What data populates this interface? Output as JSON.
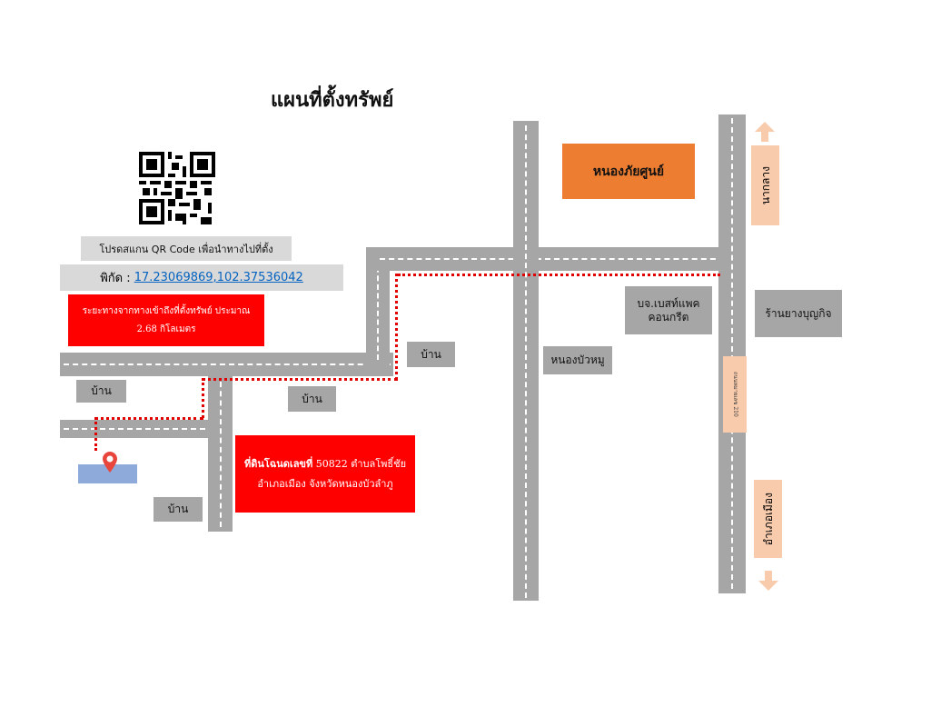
{
  "title": "แผนที่ตั้งทรัพย์",
  "qr_caption": "โปรดสแกน QR Code เพื่อนำทางไปที่ตั้ง",
  "coords": {
    "label": "พิกัด : ",
    "value": "17.23069869,102.37536042"
  },
  "distance_box": {
    "line1": "ระยะทางจากทางเข้าถึงที่ตั้งทรัพย์ ประมาณ",
    "line2": "2.68 กิโลเมตร"
  },
  "property_box": {
    "bold": "ที่ดินโฉนดเลขที่",
    "line1": " 50822 ตำบลโพธิ์ชัย",
    "line2": "อำเภอเมือง จังหวัดหนองบัวลำภู"
  },
  "landmarks": {
    "nong_phai_sun": "หนองภัยศูนย์",
    "bs_pack": "บจ.เบสท์แพค\nคอนกรีต",
    "yang_shop": "ร้านยางบุญกิจ",
    "nong_bua_mu": "หนองบัวหมู",
    "house_1": "บ้าน",
    "house_2": "บ้าน",
    "house_3": "บ้าน",
    "house_4": "บ้าน"
  },
  "road_sign": "ถนนหมายเลข 210",
  "directions": {
    "north": "นากลาง",
    "south": "อำเภอเมือง"
  },
  "colors": {
    "road": "#a6a6a6",
    "red": "#ff0000",
    "orange": "#ed7d31",
    "peach": "#f8cbad",
    "water": "#8eaadb",
    "link": "#0563c1"
  }
}
